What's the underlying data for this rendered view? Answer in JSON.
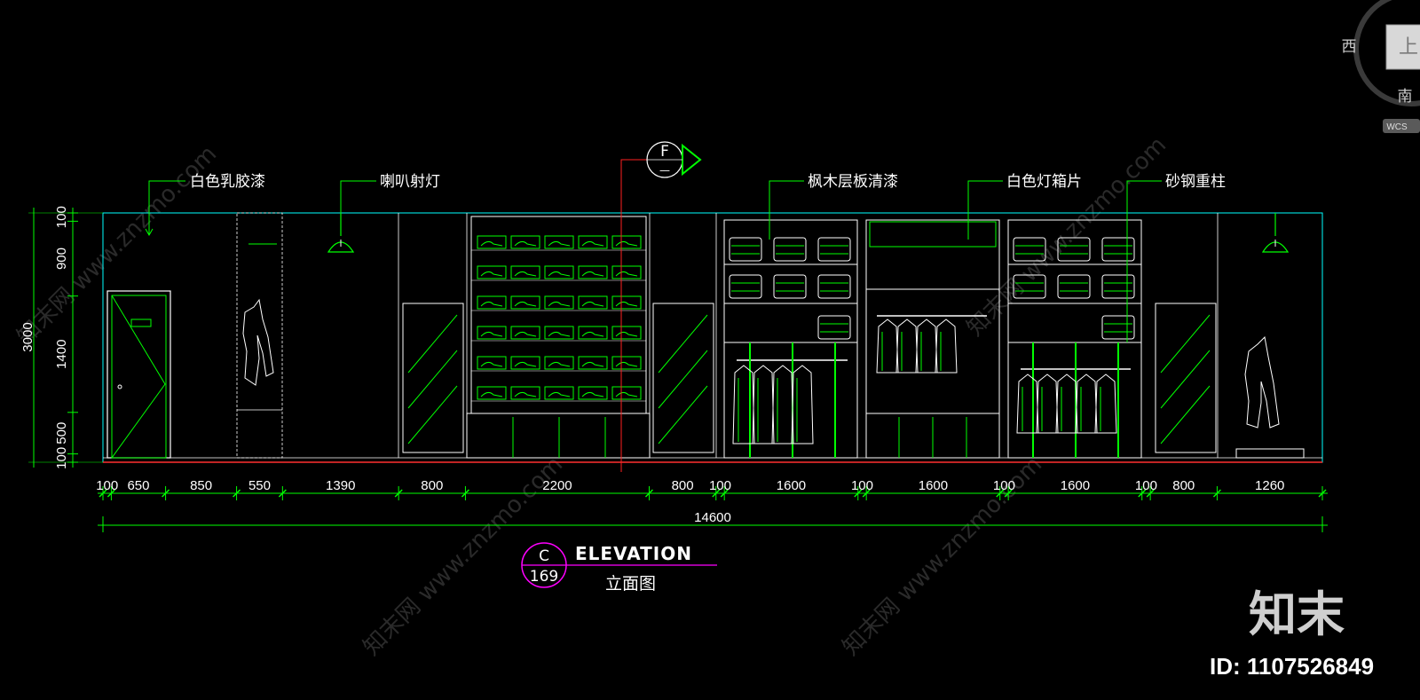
{
  "labels": {
    "paint": "白色乳胶漆",
    "spotlight": "喇叭射灯",
    "maple": "枫木层板清漆",
    "lightbox": "白色灯箱片",
    "steel": "砂钢重柱"
  },
  "section_marker": {
    "letter": "F",
    "sub": "—"
  },
  "horizontal_dims": [
    "100",
    "650",
    "850",
    "550",
    "1390",
    "800",
    "2200",
    "800",
    "100",
    "1600",
    "100",
    "1600",
    "100",
    "1600",
    "100",
    "800",
    "1260"
  ],
  "total_dim": "14600",
  "vertical_dims": [
    "100",
    "900",
    "1400",
    "500",
    "100"
  ],
  "vertical_total": "3000",
  "title": {
    "letter": "C",
    "number": "169",
    "en": "ELEVATION",
    "cn": "立面图"
  },
  "compass": {
    "west": "西",
    "south": "南",
    "up": "上",
    "wcs": "WCS"
  },
  "watermark": {
    "brand": "知末",
    "id": "ID: 1107526849",
    "site": "知末网 www.znzmo.com"
  },
  "colors": {
    "green": "#00ff00",
    "cyan": "#00ffff",
    "white": "#ffffff",
    "magenta": "#ff00ff",
    "red": "#ff0000"
  }
}
